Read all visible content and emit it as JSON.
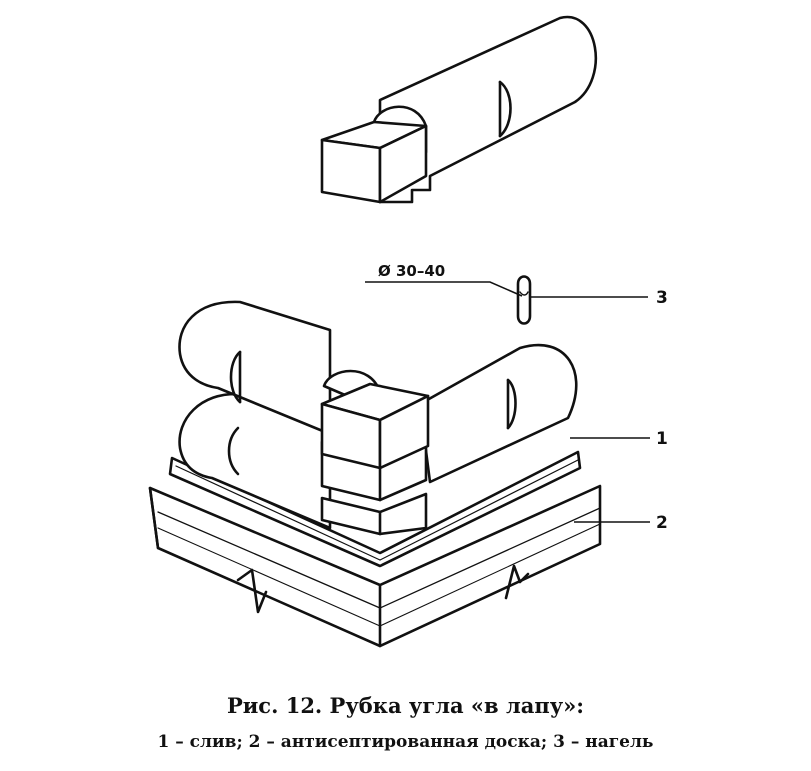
{
  "caption": {
    "title": "Рис. 12. Рубка угла «в лапу»:",
    "legend": "1 – слив; 2 – антисептированная доска; 3 – нагель"
  },
  "labels": {
    "diameter": "Ø 30–40",
    "part_1": "1",
    "part_2": "2",
    "part_3": "3"
  },
  "colors": {
    "line": "#111111",
    "background": "#ffffff"
  }
}
